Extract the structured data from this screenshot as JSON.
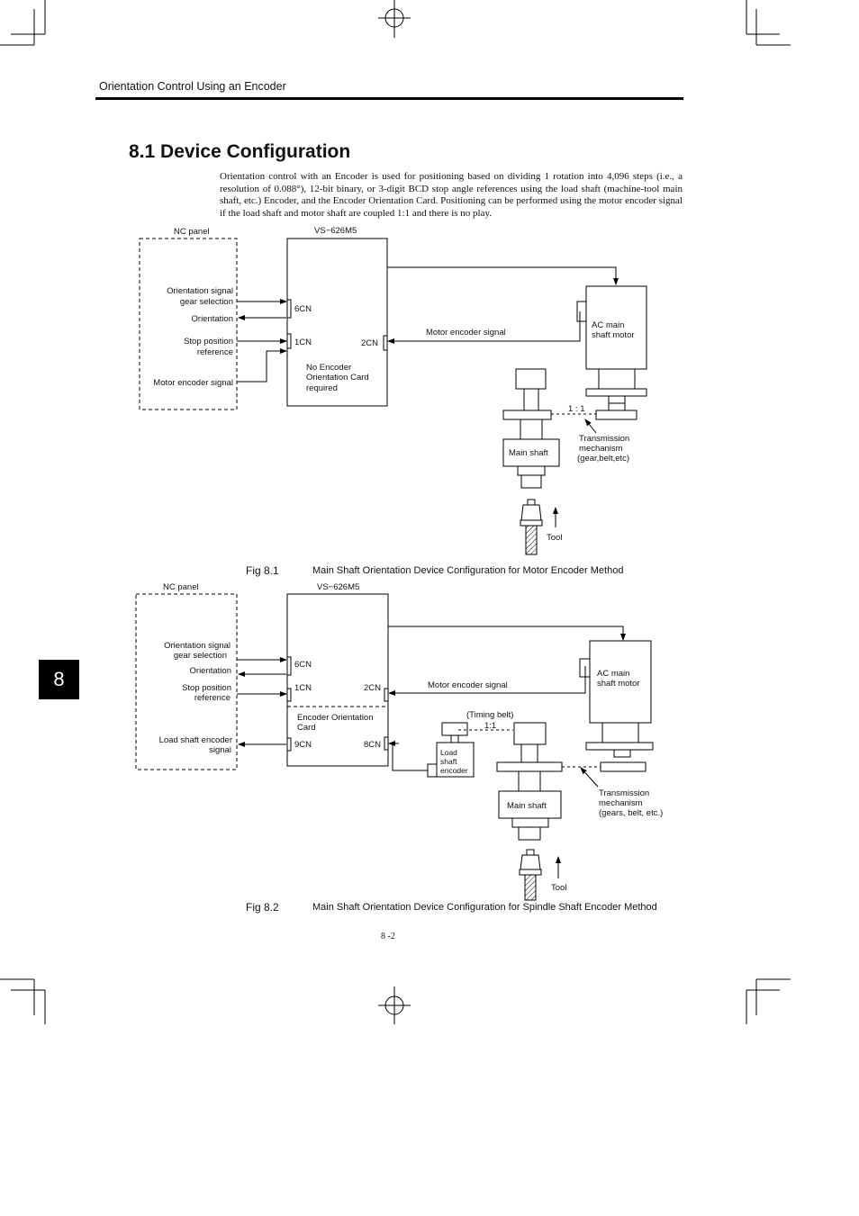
{
  "header": {
    "running_title": "Orientation Control Using an Encoder"
  },
  "section": {
    "title": "8.1  Device Configuration",
    "intro": "Orientation control with an Encoder is used for positioning based on dividing 1 rotation into 4,096 steps (i.e., a resolution of 0.088°), 12-bit binary, or 3-digit BCD stop angle references using the load shaft (machine-tool main shaft, etc.) Encoder, and the Encoder Orientation Card. Positioning can be performed using the motor encoder signal if the load shaft and motor shaft are coupled 1:1 and there is no play."
  },
  "chapter_tab": "8",
  "fig1": {
    "nc_panel": "NC panel",
    "drive": "VS−626M5",
    "sig_orient_gear_1": "Orientation signal",
    "sig_orient_gear_2": "gear selection",
    "sig_orientation": "Orientation",
    "sig_stop_1": "Stop position",
    "sig_stop_2": "reference",
    "sig_motor_enc": "Motor encoder signal",
    "cn6": "6CN",
    "cn1": "1CN",
    "cn2": "2CN",
    "no_card_1": "No Encoder",
    "no_card_2": "Orientation Card",
    "no_card_3": "required",
    "motor_enc_signal": "Motor encoder signal",
    "motor_1": "AC main",
    "motor_2": "shaft motor",
    "ratio": "1 : 1",
    "trans_1": "Transmission",
    "trans_2": "mechanism",
    "trans_3": "(gear,belt,etc)",
    "main_shaft": "Main shaft",
    "tool": "Tool",
    "label": "Fig 8.1",
    "caption": "Main Shaft Orientation Device Configuration for Motor Encoder Method"
  },
  "fig2": {
    "nc_panel": "NC panel",
    "drive": "VS−626M5",
    "sig_orient_gear_1": "Orientation signal",
    "sig_orient_gear_2": "gear selection",
    "sig_orientation": "Orientation",
    "sig_stop_1": "Stop position",
    "sig_stop_2": "reference",
    "sig_load_1": "Load shaft encoder",
    "sig_load_2": "signal",
    "cn6": "6CN",
    "cn1": "1CN",
    "cn2": "2CN",
    "cn9": "9CN",
    "cn8": "8CN",
    "card_1": "Encoder Orientation",
    "card_2": "Card",
    "motor_enc_signal": "Motor encoder signal",
    "motor_1": "AC main",
    "motor_2": "shaft motor",
    "timing_belt": "(Timing belt)",
    "ratio": "1:1",
    "enc_1": "Load",
    "enc_2": "shaft",
    "enc_3": "encoder",
    "trans_1": "Transmission",
    "trans_2": "mechanism",
    "trans_3": "(gears, belt, etc.)",
    "main_shaft": "Main shaft",
    "tool": "Tool",
    "label": "Fig 8.2",
    "caption": "Main Shaft Orientation Device Configuration for  Spindle Shaft Encoder Method"
  },
  "footer": {
    "page": "8 -2"
  }
}
